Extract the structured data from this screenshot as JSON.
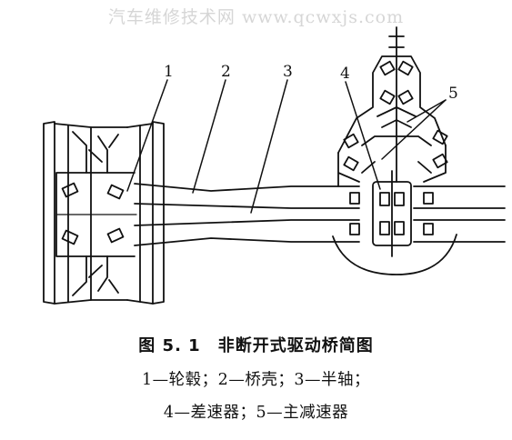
{
  "watermark": "汽车维修技术网 www.qcwxjs.com",
  "labels": [
    "1",
    "2",
    "3",
    "4",
    "5"
  ],
  "caption": {
    "title": "图 5. 1　非断开式驱动桥简图",
    "line1": "1—轮毂；2—桥壳；3—半轴；",
    "line2": "4—差速器；5—主减速器"
  }
}
